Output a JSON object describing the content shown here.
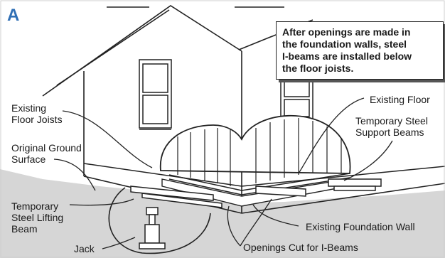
{
  "panel": {
    "letter": "A",
    "letter_color": "#2f6fb5"
  },
  "callout": {
    "lines": [
      "After openings are made in",
      "the foundation walls, steel",
      "I-beams are installed below",
      "the floor joists."
    ]
  },
  "labels": {
    "existing_floor": "Existing Floor",
    "existing_floor_joists": [
      "Existing",
      "Floor Joists"
    ],
    "temporary_support_beams": [
      "Temporary Steel",
      "Support Beams"
    ],
    "original_ground_surface": [
      "Original Ground",
      "Surface"
    ],
    "temporary_lifting_beam": [
      "Temporary",
      "Steel Lifting",
      "Beam"
    ],
    "existing_foundation_wall": "Existing Foundation Wall",
    "jack": "Jack",
    "openings_cut": "Openings Cut for I-Beams"
  },
  "colors": {
    "ground": "#d6d6d6",
    "line": "#222222"
  }
}
